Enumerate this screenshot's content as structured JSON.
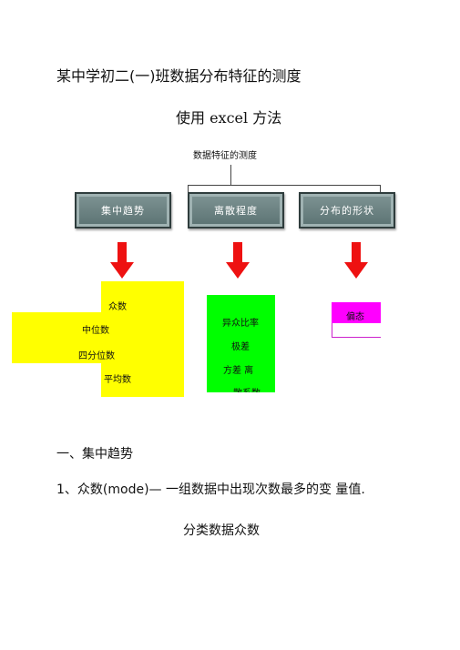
{
  "doc": {
    "title": "某中学初二(一)班数据分布特征的测度",
    "subtitle": "使用 excel 方法"
  },
  "diagram": {
    "title": "数据特征的测度",
    "boxes": [
      "集中趋势",
      "离散程度",
      "分布的形状"
    ],
    "central": {
      "mode": "众数",
      "median": "中位数",
      "quartile": "四分位数",
      "mean": "平均数"
    },
    "dispersion": {
      "line1": "异众比率",
      "line2": "极差",
      "line3": "方差 离",
      "line4": "散系数"
    },
    "shape": {
      "skewness": "偏态"
    },
    "colors": {
      "box_fill": "#6b8282",
      "arrow": "#ee1111",
      "yellow": "#ffff00",
      "green": "#00ff00",
      "magenta": "#ff00ff"
    }
  },
  "section": {
    "heading": "一、集中趋势",
    "item1": "1、众数(mode)— 一组数据中出现次数最多的变 量值.",
    "sub": "分类数据众数"
  }
}
